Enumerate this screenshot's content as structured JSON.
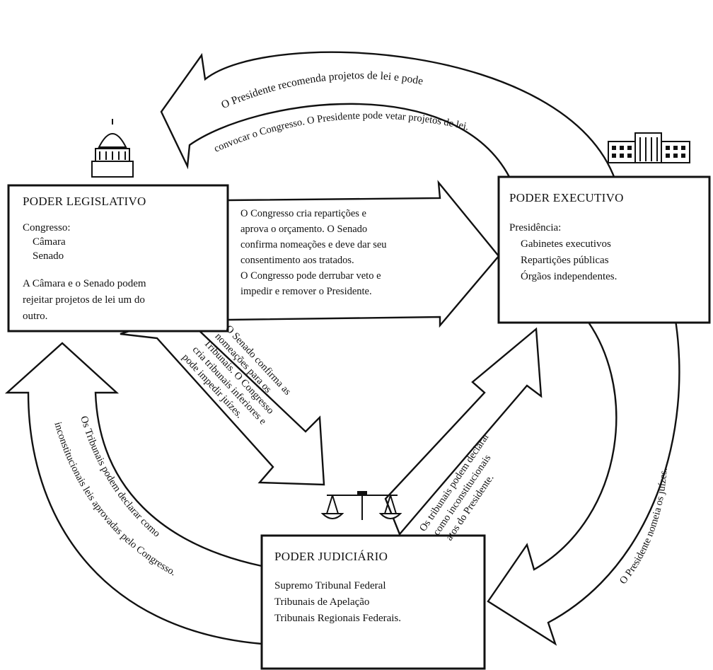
{
  "legislative": {
    "title": "PODER LEGISLATIVO",
    "lines": [
      "Congresso:",
      "Câmara",
      "Senado",
      "A Câmara e o Senado podem",
      "rejeitar projetos de lei um do",
      "outro."
    ]
  },
  "executive": {
    "title": "PODER EXECUTIVO",
    "lines": [
      "Presidência:",
      "Gabinetes executivos",
      "Repartições públicas",
      "Órgãos independentes."
    ]
  },
  "judicial": {
    "title": "PODER JUDICIÁRIO",
    "lines": [
      "Supremo Tribunal Federal",
      "Tribunais de Apelação",
      "Tribunais Regionais Federais."
    ]
  },
  "arrows": {
    "exec_to_leg": [
      "O Presidente recomenda projetos de lei e pode",
      "convocar o Congresso. O Presidente pode vetar projetos de lei."
    ],
    "leg_to_exec": [
      "O Congresso cria repartições e",
      "aprova o orçamento. O Senado",
      "confirma nomeações e deve dar seu",
      "consentimento aos tratados.",
      "O Congresso pode derrubar veto e",
      "impedir e remover o Presidente."
    ],
    "leg_to_jud": [
      "O Senado confirma as",
      "nomeações para os",
      "Tribunais. O Congresso",
      "cria tribunais inferiores e",
      "pode impedir juízes."
    ],
    "jud_to_exec": [
      "Os tribunais podem declarar",
      "como inconstitucionais",
      "atos do Presidente."
    ],
    "jud_to_leg": [
      "Os Tribunais podem declarar como",
      "inconstitucionais leis aprovadas pelo Congresso."
    ],
    "exec_to_jud": [
      "O Presidente nomeia os juízes."
    ]
  },
  "icons": {
    "legislative": "capitol-dome-icon",
    "executive": "white-house-icon",
    "judicial": "scales-of-justice-icon"
  }
}
